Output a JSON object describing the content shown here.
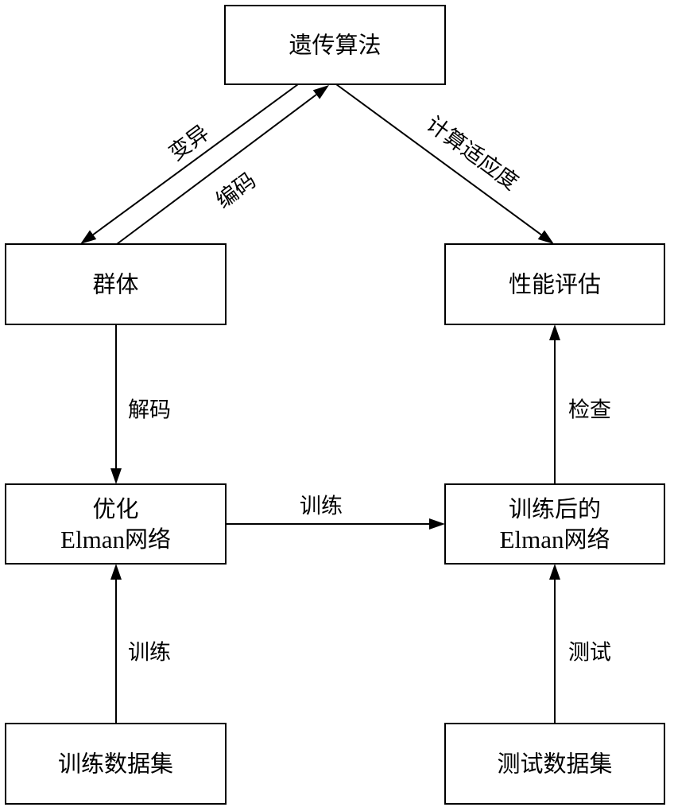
{
  "diagram": {
    "type": "flowchart",
    "nodes": [
      {
        "id": "ga",
        "lines": [
          "遗传算法"
        ]
      },
      {
        "id": "population",
        "lines": [
          "群体"
        ]
      },
      {
        "id": "evaluation",
        "lines": [
          "性能评估"
        ]
      },
      {
        "id": "optimize",
        "lines": [
          "优化",
          "Elman网络"
        ]
      },
      {
        "id": "trained",
        "lines": [
          "训练后的",
          "Elman网络"
        ]
      },
      {
        "id": "train_set",
        "lines": [
          "训练数据集"
        ]
      },
      {
        "id": "test_set",
        "lines": [
          "测试数据集"
        ]
      }
    ],
    "edges": [
      {
        "id": "mutation",
        "from": "ga",
        "to": "population",
        "label": "变异"
      },
      {
        "id": "encoding",
        "from": "population",
        "to": "ga",
        "label": "编码"
      },
      {
        "id": "fitness",
        "from": "ga",
        "to": "evaluation",
        "label": "计算适应度"
      },
      {
        "id": "decoding",
        "from": "population",
        "to": "optimize",
        "label": "解码"
      },
      {
        "id": "train_mid",
        "from": "optimize",
        "to": "trained",
        "label": "训练"
      },
      {
        "id": "check",
        "from": "trained",
        "to": "evaluation",
        "label": "检查"
      },
      {
        "id": "train_data",
        "from": "train_set",
        "to": "optimize",
        "label": "训练"
      },
      {
        "id": "test_data",
        "from": "test_set",
        "to": "trained",
        "label": "测试"
      }
    ]
  }
}
